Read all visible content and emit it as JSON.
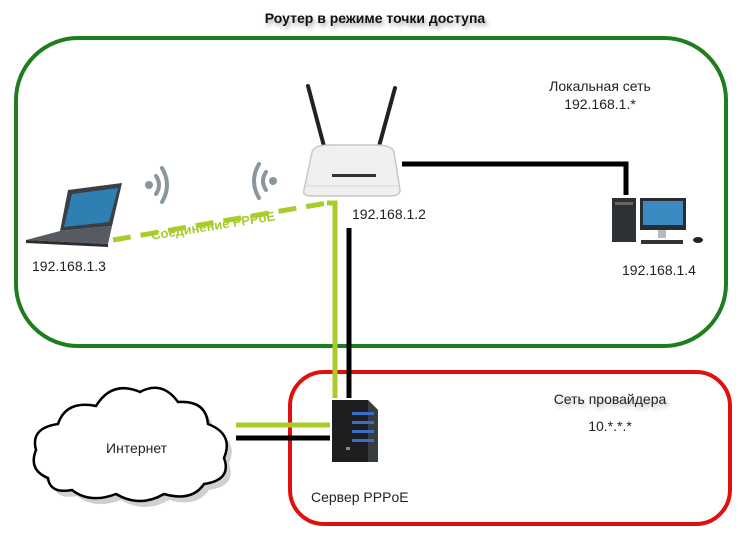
{
  "title": "Роутер в режиме точки доступа",
  "local_network": {
    "label": "Локальная сеть",
    "subnet": "192.168.1.*",
    "color": "#1e7d1e"
  },
  "provider_network": {
    "label": "Сеть провайдера",
    "subnet": "10.*.*.*",
    "color": "#e01010"
  },
  "devices": {
    "laptop": {
      "ip": "192.168.1.3"
    },
    "router": {
      "ip": "192.168.1.2"
    },
    "desktop": {
      "ip": "192.168.1.4"
    },
    "server": {
      "label": "Сервер PPPoE"
    },
    "internet": {
      "label": "Интернет"
    }
  },
  "connection": {
    "label": "Соединение PPPoE",
    "pppoe_color": "#a8cc2a",
    "wired_color": "#000000"
  },
  "icons": [
    "laptop-icon",
    "wifi-signal-icon",
    "router-icon",
    "desktop-computer-icon",
    "server-icon",
    "cloud-icon"
  ]
}
